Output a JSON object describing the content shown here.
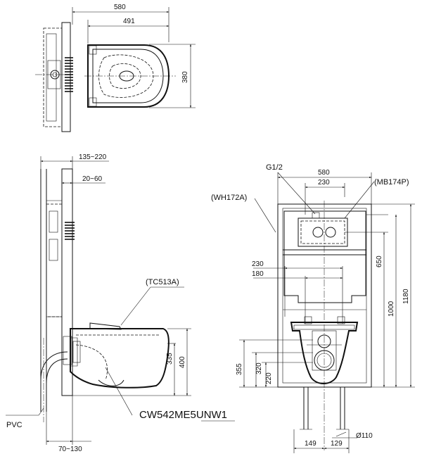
{
  "top_view": {
    "width_overall": "580",
    "width_bowl": "491",
    "depth": "380"
  },
  "side_view": {
    "frame_depth": "135~220",
    "wall_thickness": "20~60",
    "seat_label": "(TC513A)",
    "height_rim": "400",
    "height_outlet": "335",
    "model": "CW542ME5UNW1",
    "pipe_label": "PVC",
    "offset_bottom": "70~130"
  },
  "front_view": {
    "water_inlet": "G1/2",
    "flush_plate": "(MB174P)",
    "frame_label": "(WH172A)",
    "frame_width": "580",
    "inlet_offset": "230",
    "bolt_spacing_outer": "230",
    "bolt_spacing_inner": "180",
    "height_total": "1180",
    "height_frame": "1000",
    "height_inlet": "650",
    "height_355": "355",
    "height_320": "320",
    "height_220": "220",
    "outlet_left": "149",
    "outlet_right": "129",
    "outlet_diameter": "Ø110"
  }
}
